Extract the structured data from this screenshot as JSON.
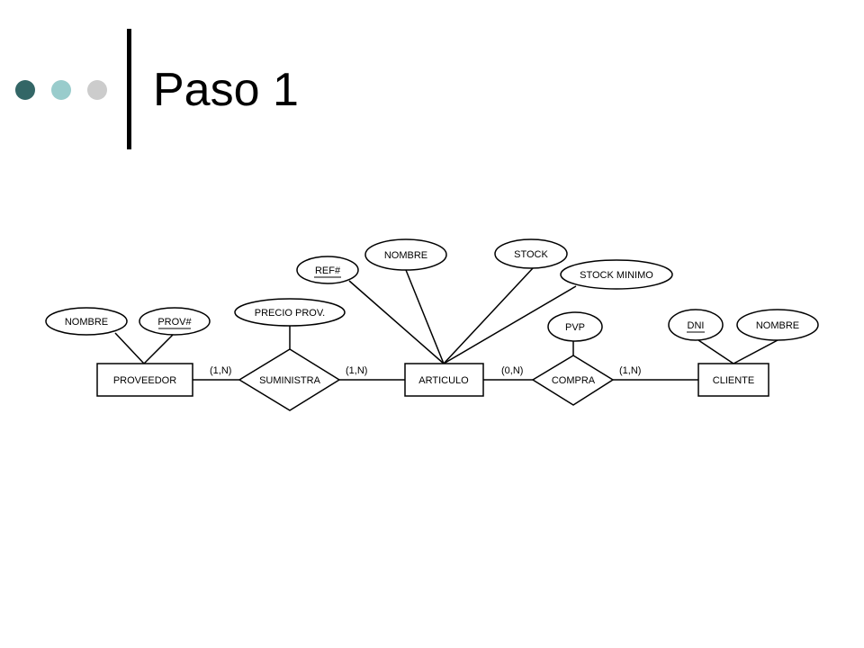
{
  "slide": {
    "title": "Paso 1",
    "dot_colors": [
      "#336666",
      "#99cccc",
      "#cccccc"
    ]
  },
  "diagram": {
    "entities": {
      "proveedor": "PROVEEDOR",
      "articulo": "ARTICULO",
      "cliente": "CLIENTE"
    },
    "relationships": {
      "suministra": "SUMINISTRA",
      "compra": "COMPRA"
    },
    "attributes": {
      "prov_nombre": "NOMBRE",
      "prov_key": "PROV#",
      "precio_prov": "PRECIO PROV.",
      "art_key": "REF#",
      "art_nombre": "NOMBRE",
      "art_stock": "STOCK",
      "art_stock_minimo": "STOCK MINIMO",
      "pvp": "PVP",
      "cli_key": "DNI",
      "cli_nombre": "NOMBRE"
    },
    "cardinalities": {
      "proveedor_suministra": "(1,N)",
      "suministra_articulo": "(1,N)",
      "articulo_compra": "(0,N)",
      "compra_cliente": "(1,N)"
    }
  }
}
